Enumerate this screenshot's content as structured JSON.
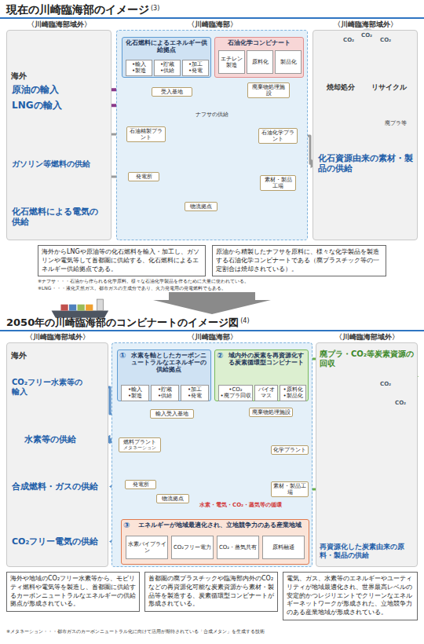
{
  "diagram": {
    "title": "現在の川崎臨海部のイメージ",
    "nodes": [
      {
        "text": [
          "〈川崎臨海部域外〉"
        ]
      },
      {
        "text": [
          "〈川崎臨海部〉"
        ]
      },
      {
        "text": [
          "〈川崎臨海部域外〉"
        ]
      },
      {
        "text": [
          "原油の輸入"
        ],
        "in": 0
      },
      {
        "text": [
          "LNGの輸入"
        ],
        "in": 0
      },
      {
        "text": [
          "ガソリン等燃料の供給"
        ],
        "in": 0
      },
      {
        "text": [
          "化石燃料による電気の供給"
        ],
        "in": 0
      },
      {
        "text": [
          "化石燃料によるエネルギー供給拠点"
        ],
        "in": 1
      },
      {
        "text": [
          "•輸入",
          "•製造"
        ],
        "in": 7
      },
      {
        "text": [
          "•貯蔵",
          "•供給"
        ],
        "in": 7
      },
      {
        "text": [
          "•加工",
          "•発電"
        ],
        "in": 7
      },
      {
        "text": [
          "石油化学コンビナート"
        ],
        "in": 1
      },
      {
        "text": [
          "エチレン製造"
        ],
        "in": 11
      },
      {
        "text": [
          "原料化"
        ],
        "in": 11
      },
      {
        "text": [
          "製品化"
        ],
        "in": 11
      },
      {
        "text": [
          "受入基地"
        ],
        "in": 1
      },
      {
        "text": [
          "廃棄物処理施設"
        ],
        "in": 1
      },
      {
        "text": [
          "石油精製プラント"
        ],
        "in": 1
      },
      {
        "text": [
          "石油化学プラント"
        ],
        "in": 1
      },
      {
        "text": [
          "発電所"
        ],
        "in": 1
      },
      {
        "text": [
          "素材・製品工場"
        ],
        "in": 1
      },
      {
        "text": [
          "物流拠点"
        ],
        "in": 1
      },
      {
        "text": [
          "焼却処分",
          "リサイクル"
        ],
        "in": 2
      },
      {
        "text": [
          "化石資源由来の素材・製品の供給"
        ],
        "in": 2
      },
      {
        "text": [
          "海外からLNGや原油等の化石燃料を輸入・加工し、ガソリンや電気等して首都圏に供給する、化石燃料によるエネルギー供給拠点である。"
        ]
      },
      {
        "text": [
          "原油から精製したナフサを原料に、様々な化学製品を製造する石油化学コンビナートである（廃プラスチック等の一定割合は焼却されている）。"
        ]
      },
      {
        "text": [
          "〈川崎臨海部域外〉"
        ]
      },
      {
        "text": [
          "〈川崎臨海部〉"
        ]
      },
      {
        "text": [
          "〈川崎臨海部域外〉"
        ]
      },
      {
        "text": [
          "CO₂フリー水素等の輸入"
        ],
        "in": 26
      },
      {
        "text": [
          "水素等の供給"
        ],
        "in": 26
      },
      {
        "text": [
          "合成燃料・ガスの供給"
        ],
        "in": 26
      },
      {
        "text": [
          "CO₂フリー電気の供給"
        ],
        "in": 26
      },
      {
        "text": [
          "①",
          "水素を軸としたカーボンニュートラルなエネルギーの供給拠点"
        ],
        "in": 27
      },
      {
        "text": [
          "•輸入",
          "•製造"
        ],
        "in": 33
      },
      {
        "text": [
          "•貯蔵",
          "•供給"
        ],
        "in": 33
      },
      {
        "text": [
          "•加工",
          "•発電"
        ],
        "in": 33
      },
      {
        "text": [
          "②",
          "域内外の炭素を再資源化する炭素循環型コンビナート"
        ],
        "in": 27
      },
      {
        "text": [
          "•CO₂",
          "•廃プラ回収"
        ],
        "in": 37
      },
      {
        "text": [
          "バイオマス"
        ],
        "in": 37
      },
      {
        "text": [
          "•原料化",
          "•製品化"
        ],
        "in": 37
      },
      {
        "text": [
          "輸入受入基地"
        ],
        "in": 27
      },
      {
        "text": [
          "廃棄物処理施設"
        ],
        "in": 27
      },
      {
        "text": [
          "燃料プラント",
          "メタネーション"
        ],
        "in": 27
      },
      {
        "text": [
          "化学プラント"
        ],
        "in": 27
      },
      {
        "text": [
          "発電所"
        ],
        "in": 27
      },
      {
        "text": [
          "物流拠点"
        ],
        "in": 27
      },
      {
        "text": [
          "素材・製品工場"
        ],
        "in": 27
      },
      {
        "text": [
          "③",
          "エネルギーが地域最適化され、立地競争力のある産業地域"
        ],
        "in": 27
      },
      {
        "text": [
          "水素パイプライン"
        ],
        "in": 48
      },
      {
        "text": [
          "CO₂フリー電力"
        ],
        "in": 48
      },
      {
        "text": [
          "CO₂・蒸気共有"
        ],
        "in": 48
      },
      {
        "text": [
          "原料融通"
        ],
        "in": 48
      },
      {
        "text": [
          "廃プラ・CO₂等炭素資源の回収"
        ],
        "in": 28
      },
      {
        "text": [
          "再資源化した炭素由来の原料・製品の供給"
        ],
        "in": 28
      },
      {
        "text": [
          "海外や地域のCO₂フリー水素等から、モビリティ燃料や電気等を製造し、首都圏に供給するカーボンニュートラルなエネルギーの供給拠点が形成されている。"
        ]
      },
      {
        "text": [
          "首都圏の廃プラスチックや臨海部内外のCO₂などの再資源化可能な炭素資源から素材・製品等を製造する、炭素循環型コンビナートが形成されている。"
        ]
      },
      {
        "text": [
          "電気、ガス、水素等のエネルギーやユーティリティが地域最適化され、世界最高レベルの安定的かつレジリエントでクリーンなエネルギーネットワークが形成された、立地競争力のある産業地域が形成されている。"
        ]
      }
    ],
    "edges": [
      {
        "from": 3,
        "to": 15,
        "arrow": "to"
      },
      {
        "from": 4,
        "to": 15,
        "arrow": "to"
      },
      {
        "from": 17,
        "to": 5,
        "arrow": "to"
      },
      {
        "from": 19,
        "to": 6,
        "arrow": "to"
      },
      {
        "from": 17,
        "to": 18,
        "arrow": "to",
        "label": "ナフサの供給"
      },
      {
        "from": 18,
        "to": 23,
        "arrow": "to"
      },
      {
        "from": 23,
        "to": 22,
        "arrow": "to",
        "label": "廃プラ等"
      },
      {
        "from": 29,
        "to": 41,
        "arrow": "to"
      },
      {
        "from": 43,
        "to": 30,
        "arrow": "to"
      },
      {
        "from": 43,
        "to": 31,
        "arrow": "to"
      },
      {
        "from": 45,
        "to": 32,
        "arrow": "to"
      },
      {
        "from": 53,
        "to": 42,
        "arrow": "to"
      },
      {
        "from": 47,
        "to": 54,
        "arrow": "to"
      },
      {
        "from": 54,
        "to": 53,
        "arrow": "to"
      }
    ],
    "labels": [
      "(3)",
      "海外",
      "CO₂",
      "CO₂",
      "CO₂",
      "※ナフサ・・・石油から作られる化学原料。様々な石油化学製品を作るために大量に使われている。",
      "※LNG・・・液化天然ガス。都市ガスの主成分であり、火力発電用の発電燃料でもある。",
      "2050年の川崎臨海部のコンビナートのイメージ図",
      "(4)",
      "海外",
      "水素・電気・CO₂・蒸気等の循環",
      "CO₂",
      "CO₂",
      "※メタネーション・・・都市ガスのカーボンニュートラル化に向けて活用が期待されている「合成メタン」を生成する技術"
    ]
  }
}
